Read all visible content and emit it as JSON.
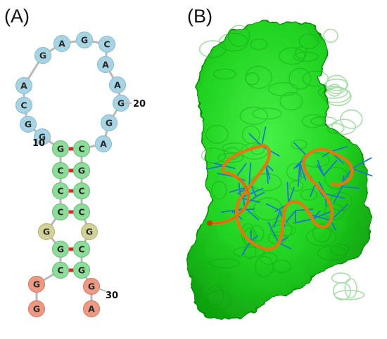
{
  "panels": {
    "a_label": "(A)",
    "b_label": "(B)"
  },
  "colors": {
    "loop": "#a8d3e3",
    "loop_stroke": "#8fc0d3",
    "stem": "#8edc9a",
    "stem_stroke": "#6cc27d",
    "bulge": "#d2d19a",
    "bulge_stroke": "#b9b87e",
    "tail": "#ec9a83",
    "tail_stroke": "#d97f67",
    "backbone": "#b8b8b8",
    "pair": "#e8222a",
    "protein": "#1fd71f",
    "protein_dark": "#0e9a0e",
    "rna_ribbon": "#e07a10",
    "bases": "#1e78c8"
  },
  "hairpin": {
    "nucleotides": [
      {
        "label": "G",
        "kind": "tail"
      },
      {
        "label": "G",
        "kind": "tail"
      },
      {
        "label": "C",
        "kind": "stem"
      },
      {
        "label": "G",
        "kind": "stem"
      },
      {
        "label": "G",
        "kind": "bulge"
      },
      {
        "label": "C",
        "kind": "stem"
      },
      {
        "label": "C",
        "kind": "stem"
      },
      {
        "label": "C",
        "kind": "stem"
      },
      {
        "label": "G",
        "kind": "stem"
      },
      {
        "label": "G",
        "kind": "loop"
      },
      {
        "label": "G",
        "kind": "loop"
      },
      {
        "label": "C",
        "kind": "loop"
      },
      {
        "label": "A",
        "kind": "loop"
      },
      {
        "label": "G",
        "kind": "loop"
      },
      {
        "label": "A",
        "kind": "loop"
      },
      {
        "label": "G",
        "kind": "loop"
      },
      {
        "label": "C",
        "kind": "loop"
      },
      {
        "label": "A",
        "kind": "loop"
      },
      {
        "label": "A",
        "kind": "loop"
      },
      {
        "label": "G",
        "kind": "loop"
      },
      {
        "label": "G",
        "kind": "loop"
      },
      {
        "label": "A",
        "kind": "loop"
      },
      {
        "label": "C",
        "kind": "stem"
      },
      {
        "label": "G",
        "kind": "stem"
      },
      {
        "label": "C",
        "kind": "stem"
      },
      {
        "label": "C",
        "kind": "stem"
      },
      {
        "label": "G",
        "kind": "bulge"
      },
      {
        "label": "C",
        "kind": "stem"
      },
      {
        "label": "G",
        "kind": "stem"
      },
      {
        "label": "G",
        "kind": "tail"
      },
      {
        "label": "A",
        "kind": "tail"
      }
    ],
    "position_labels": {
      "ten": "10",
      "twenty": "20",
      "thirty": "30"
    }
  }
}
